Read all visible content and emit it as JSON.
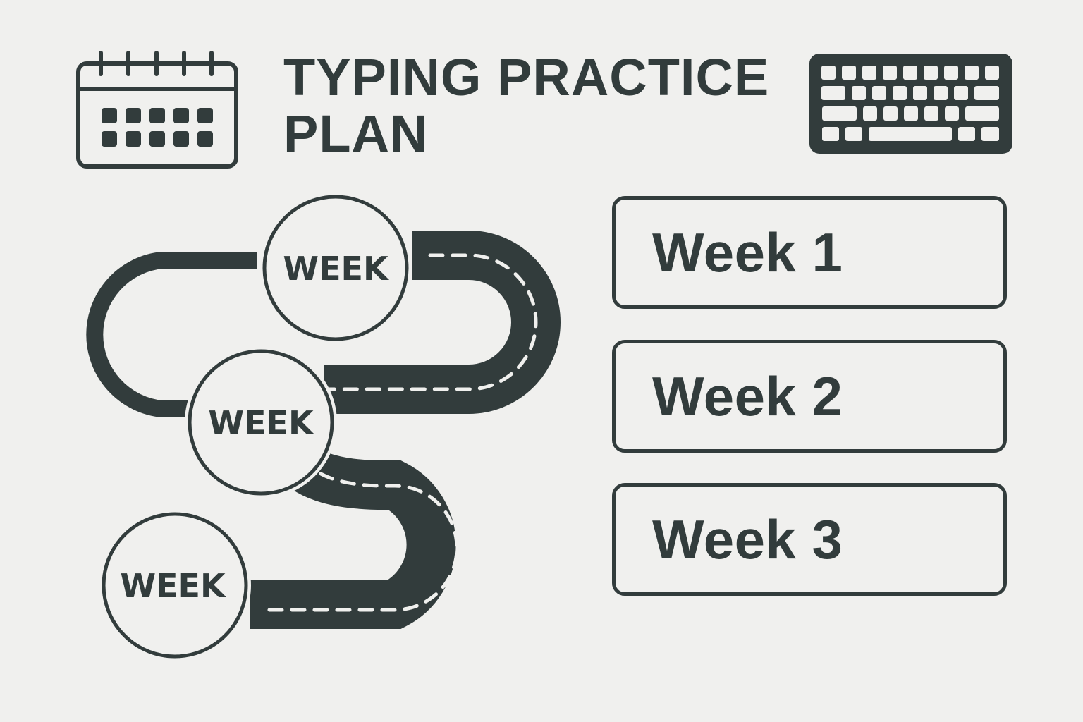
{
  "header": {
    "title_line1": "TYPING PRACTICE",
    "title_line2": "PLAN",
    "left_icon": "calendar-icon",
    "right_icon": "keyboard-icon"
  },
  "roadmap": {
    "milestones": [
      {
        "label": "WEEK"
      },
      {
        "label": "WEEK"
      },
      {
        "label": "WEEK"
      }
    ]
  },
  "weeks": [
    {
      "label": "Week 1"
    },
    {
      "label": "Week 2"
    },
    {
      "label": "Week 3"
    }
  ],
  "colors": {
    "background": "#f0f0ee",
    "ink": "#323c3c",
    "road_dash": "#f0f0ee"
  }
}
